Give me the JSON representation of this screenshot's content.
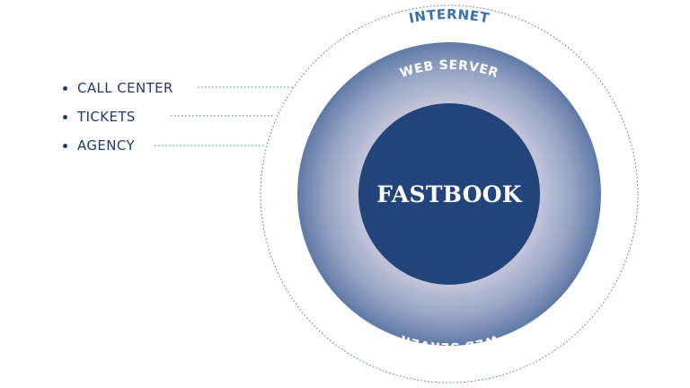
{
  "diagram": {
    "outer_ring_label": "INTERNET",
    "middle_ring_label_top": "WEB SERVER",
    "middle_ring_label_bottom": "WEB SERVER",
    "core_label": "FASTBOOK",
    "channels": [
      {
        "label": "CALL CENTER"
      },
      {
        "label": "TICKETS"
      },
      {
        "label": "AGENCY"
      }
    ]
  },
  "colors": {
    "outer_ring_stroke": "#4a6ea5",
    "middle_ring_edge": "#5f7aa6",
    "middle_ring_glow": "#d6d4e4",
    "core_fill": "#23447a",
    "text_dark": "#243a6b",
    "internet_text": "#3b6fb3"
  }
}
